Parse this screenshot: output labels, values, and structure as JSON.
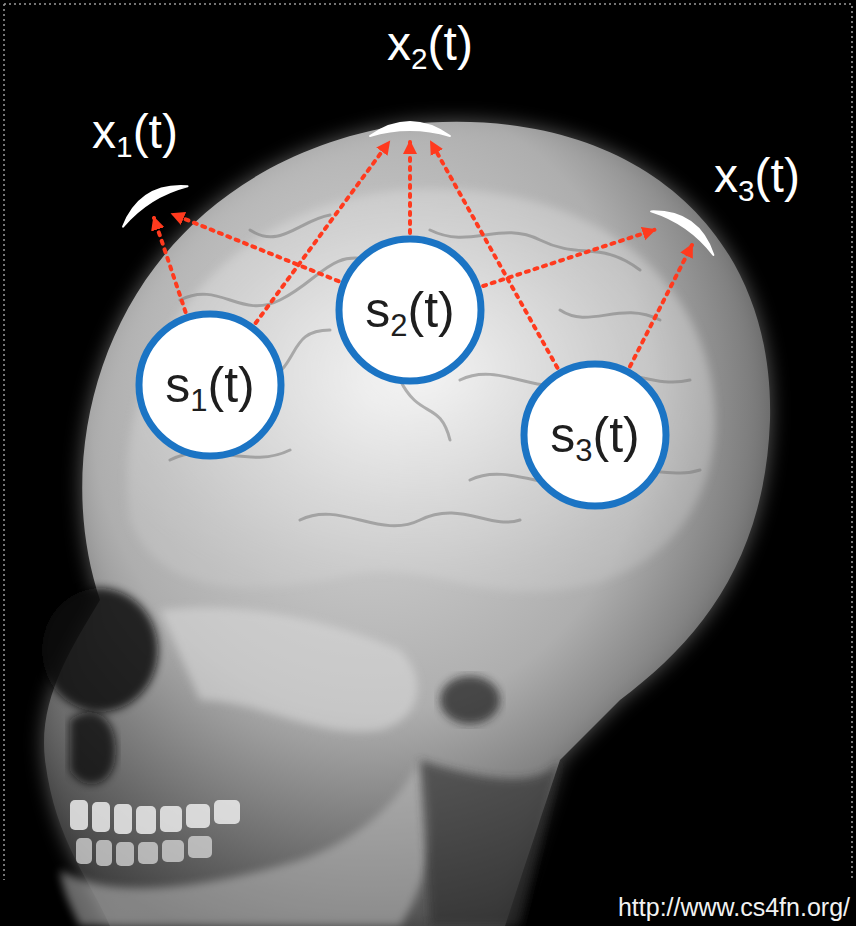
{
  "diagram": {
    "nodes": [
      {
        "text": [
          "x1(t)"
        ]
      },
      {
        "text": [
          "x2(t)"
        ]
      },
      {
        "text": [
          "x3(t)"
        ]
      },
      {
        "text": [
          "s1(t)"
        ]
      },
      {
        "text": [
          "s2(t)"
        ]
      },
      {
        "text": [
          "s3(t)"
        ]
      }
    ],
    "edges": [
      {
        "from": 3,
        "to": 0,
        "arrow": "to"
      },
      {
        "from": 4,
        "to": 0,
        "arrow": "to"
      },
      {
        "from": 3,
        "to": 1,
        "arrow": "to"
      },
      {
        "from": 4,
        "to": 1,
        "arrow": "to"
      },
      {
        "from": 5,
        "to": 1,
        "arrow": "to"
      },
      {
        "from": 4,
        "to": 2,
        "arrow": "to"
      },
      {
        "from": 5,
        "to": 2,
        "arrow": "to"
      }
    ],
    "labels": [
      "http://www.cs4fn.org/"
    ]
  }
}
